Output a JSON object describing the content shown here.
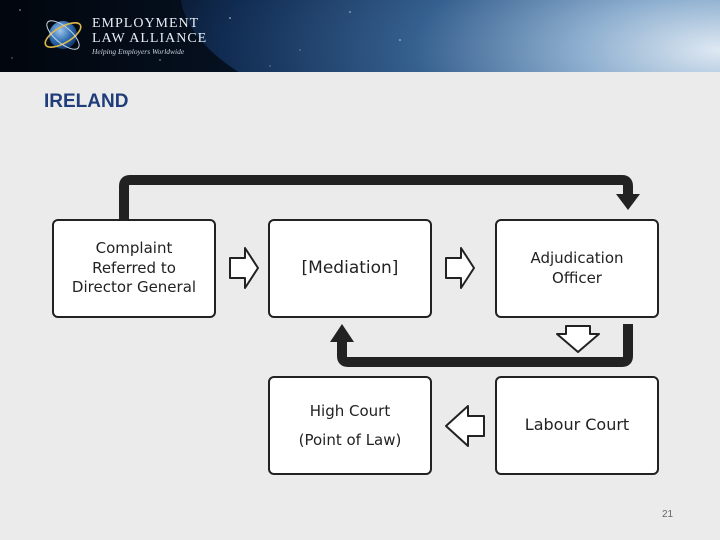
{
  "header": {
    "logo_line1": "EMPLOYMENT",
    "logo_line2": "LAW ALLIANCE",
    "logo_tagline": "Helping Employers Worldwide"
  },
  "slide": {
    "title": "IRELAND",
    "page_number": "21"
  },
  "flow": {
    "complaint": "Complaint\nReferred to\nDirector General",
    "mediation": "[Mediation]",
    "adjudication": "Adjudication\nOfficer",
    "high_court": "High  Court\n(Point of Law)",
    "labour_court": "Labour Court"
  },
  "colors": {
    "title": "#1f3d7a",
    "box_border": "#222222",
    "connector": "#222222",
    "background": "#ebebeb"
  }
}
